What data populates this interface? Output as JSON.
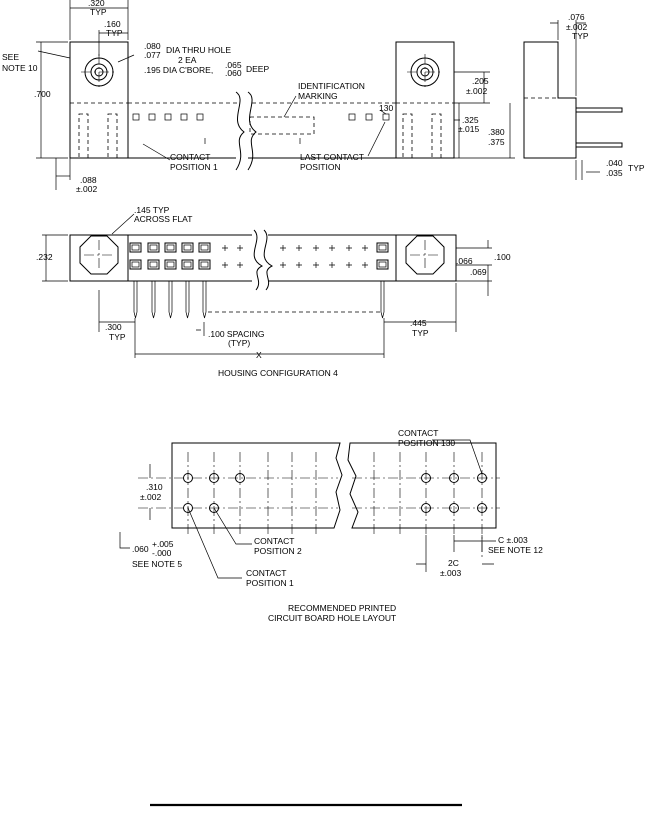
{
  "view_top": {
    "dim_320": ".320",
    "dim_320_typ": "TYP",
    "dim_160": ".160",
    "dim_160_typ": "TYP",
    "see_note10_a": "SEE",
    "see_note10_b": "NOTE 10",
    "hole_1": ".080",
    "hole_2": ".077",
    "hole_3": "DIA THRU HOLE",
    "hole_4": "2 EA",
    "hole_5": ".195 DIA C'BORE,",
    "hole_6": ".065",
    "hole_7": ".060",
    "hole_8": "DEEP",
    "dim_700": ".700",
    "ident_1": "IDENTIFICATION",
    "ident_2": "MARKING",
    "num_130": "130",
    "contact1_a": "CONTACT",
    "contact1_b": "POSITION 1",
    "last_a": "LAST CONTACT",
    "last_b": "POSITION",
    "dim_088": ".088",
    "dim_088_tol": "±.002",
    "dim_205": ".205",
    "dim_205_tol": "±.002",
    "dim_325": ".325",
    "dim_325_tol": "±.015",
    "dim_380": ".380",
    "dim_375": ".375"
  },
  "view_side": {
    "dim_076": ".076",
    "dim_076_tol": "±.002",
    "dim_076_typ": "TYP",
    "dim_040": ".040",
    "dim_035": ".035",
    "typ": "TYP"
  },
  "view_front": {
    "flat_a": ".145 TYP",
    "flat_b": "ACROSS FLAT",
    "dim_232": ".232",
    "dim_066": ".066",
    "dim_100": ".100",
    "dim_069": ".069",
    "dim_300": ".300",
    "dim_300_typ": "TYP",
    "spacing_a": ".100 SPACING",
    "spacing_b": "(TYP)",
    "dim_445": ".445",
    "dim_445_typ": "TYP",
    "dim_x": "X",
    "caption": "HOUSING CONFIGURATION 4"
  },
  "view_pcb": {
    "c130_a": "CONTACT",
    "c130_b": "POSITION 130",
    "dim_310": ".310",
    "dim_310_tol": "±.002",
    "c2_a": "CONTACT",
    "c2_b": "POSITION 2",
    "c1_a": "CONTACT",
    "c1_b": "POSITION 1",
    "dim_060": ".060",
    "dim_060_p": "+.005",
    "dim_060_m": "-.000",
    "see_note5": "SEE NOTE 5",
    "dim_c": "C ±.003",
    "see_note12": "SEE NOTE 12",
    "dim_2c": "2C",
    "dim_2c_tol": "±.003",
    "caption_a": "RECOMMENDED PRINTED",
    "caption_b": "CIRCUIT BOARD HOLE LAYOUT"
  }
}
